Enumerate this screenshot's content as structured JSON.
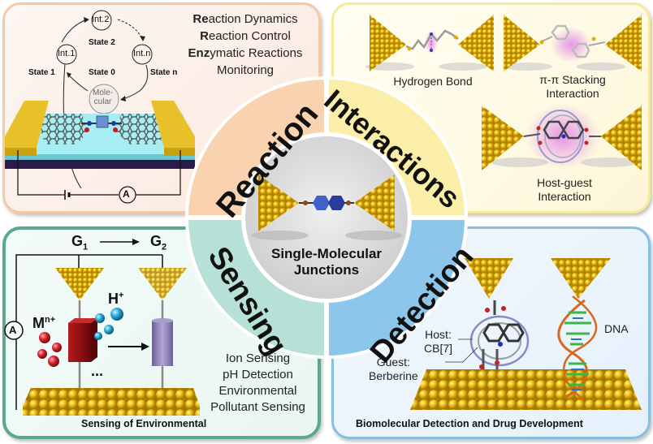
{
  "center": {
    "title_line1": "Single-Molecular",
    "title_line2": "Junctions",
    "ring_labels": [
      {
        "name": "Reaction",
        "color": "#f9d3b0"
      },
      {
        "name": "Interactions",
        "color": "#fbeea8"
      },
      {
        "name": "Sensing",
        "color": "#b7e1d6"
      },
      {
        "name": "Detection",
        "color": "#8cc6ea"
      }
    ]
  },
  "reaction_panel": {
    "list": [
      {
        "bold": "Re",
        "rest": "action Dynamics"
      },
      {
        "bold": "R",
        "rest": "eaction Control"
      },
      {
        "bold": "Enz",
        "rest": "ymatic Reactions"
      },
      {
        "bold": "",
        "rest": "Monitoring"
      }
    ],
    "cycle": {
      "nodes": [
        "Int.1",
        "Int.2",
        "Int.n",
        "Mole-\ncular"
      ],
      "node_molecular_line1": "Mole-",
      "node_molecular_line2": "cular",
      "states": [
        "State 1",
        "State 2",
        "State 0",
        "State n"
      ]
    },
    "ammeter_label": "A",
    "colors": {
      "border": "#f4c9a8",
      "electrode": "#e8c12a",
      "substrate": "#9fe6ec",
      "base": "#2b1a4a"
    }
  },
  "interactions_panel": {
    "captions": {
      "hydrogen_bond": "Hydrogen Bond",
      "pi_stacking_line1": "π-π Stacking",
      "pi_stacking_line2": "Interaction",
      "host_guest_line1": "Host-guest",
      "host_guest_line2": "Interaction"
    },
    "colors": {
      "border": "#f6ea9a",
      "gold": "#e9b714",
      "glow": "#e07be8"
    }
  },
  "sensing_panel": {
    "g1": "G",
    "g1_sub": "1",
    "g2": "G",
    "g2_sub": "2",
    "h_ion": "H",
    "h_sup": "+",
    "m_ion": "M",
    "m_sup": "n+",
    "ellipsis": "...",
    "ammeter_label": "A",
    "list": [
      "Ion Sensing",
      "pH Detection",
      "Environmental",
      "Pollutant Sensing"
    ],
    "caption": "Sensing of Environmental",
    "colors": {
      "border": "#5aa891",
      "red_block": "#8b0f12",
      "purple_cyl": "#8c7fb0",
      "h_ion": "#2aa7d6",
      "m_ion": "#d0202a"
    }
  },
  "detection_panel": {
    "host_line1": "Host:",
    "host_line2": "CB[7]",
    "guest_line1": "Guest:",
    "guest_line2": "Berberine",
    "dna": "DNA",
    "caption": "Biomolecular Detection and Drug Development",
    "colors": {
      "border": "#86bfe3",
      "dna_backbone": "#d9661a",
      "dna_bases": "#3cb54a"
    }
  }
}
